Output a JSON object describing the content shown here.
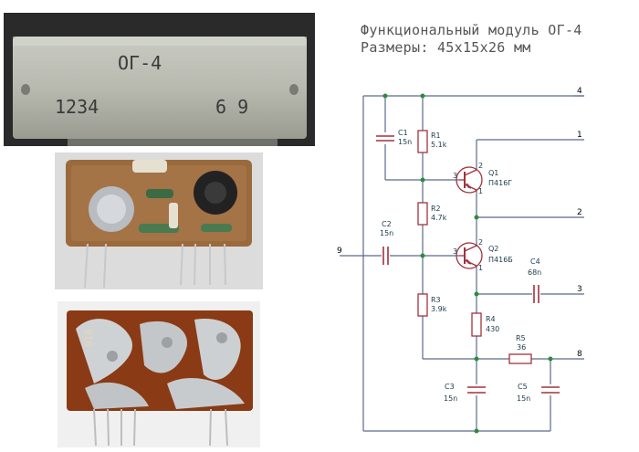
{
  "title": {
    "line1": "Функциональный модуль ОГ-4",
    "line2": "Размеры: 45х15х26 мм"
  },
  "photos": {
    "top": {
      "stamp_name": "ОГ-4",
      "stamp_number": "1234",
      "stamp_code": "6 9"
    },
    "bottom": {
      "board_mark": "910"
    }
  },
  "schematic": {
    "pins": [
      "4",
      "1",
      "2",
      "9",
      "3",
      "8"
    ],
    "components": {
      "C1": {
        "ref": "C1",
        "value": "15n"
      },
      "R1": {
        "ref": "R1",
        "value": "5.1k"
      },
      "Q1": {
        "ref": "Q1",
        "value": "П416Г"
      },
      "R2": {
        "ref": "R2",
        "value": "4.7k"
      },
      "C2": {
        "ref": "C2",
        "value": "15n"
      },
      "Q2": {
        "ref": "Q2",
        "value": "П416Б"
      },
      "C4": {
        "ref": "C4",
        "value": "68n"
      },
      "R3": {
        "ref": "R3",
        "value": "3.9k"
      },
      "R4": {
        "ref": "R4",
        "value": "430"
      },
      "R5": {
        "ref": "R5",
        "value": "36"
      },
      "C3": {
        "ref": "C3",
        "value": "15n"
      },
      "C5": {
        "ref": "C5",
        "value": "15n"
      }
    },
    "transistor_pin_labels": [
      "1",
      "2",
      "3"
    ]
  },
  "colors": {
    "wire": "#5a6b8c",
    "junction": "#2e8b3a",
    "component": "#a0323c",
    "text": "#1b3a4b"
  }
}
